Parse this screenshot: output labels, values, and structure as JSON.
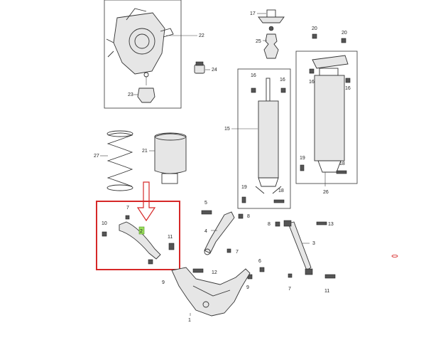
{
  "callouts": {
    "c1": "1",
    "c2": "2",
    "c3": "3",
    "c4": "4",
    "c5": "5",
    "c6": "6",
    "c7a": "7",
    "c7b": "7",
    "c7c": "7",
    "c8a": "8",
    "c8b": "8",
    "c9a": "9",
    "c9b": "9",
    "c10": "10",
    "c11a": "11",
    "c11b": "11",
    "c12": "12",
    "c13": "13",
    "c15": "15",
    "c16a": "16",
    "c16b": "16",
    "c16c": "16",
    "c16d": "16",
    "c17": "17",
    "c18a": "18",
    "c18b": "18",
    "c19a": "19",
    "c19b": "19",
    "c20a": "20",
    "c20b": "20",
    "c21": "21",
    "c22": "22",
    "c23": "23",
    "c24": "24",
    "c25": "25",
    "c26": "26",
    "c27": "27"
  },
  "colors": {
    "highlight_box": "#d62828",
    "arrow": "#d62828",
    "part_marker": "#9be15d"
  }
}
